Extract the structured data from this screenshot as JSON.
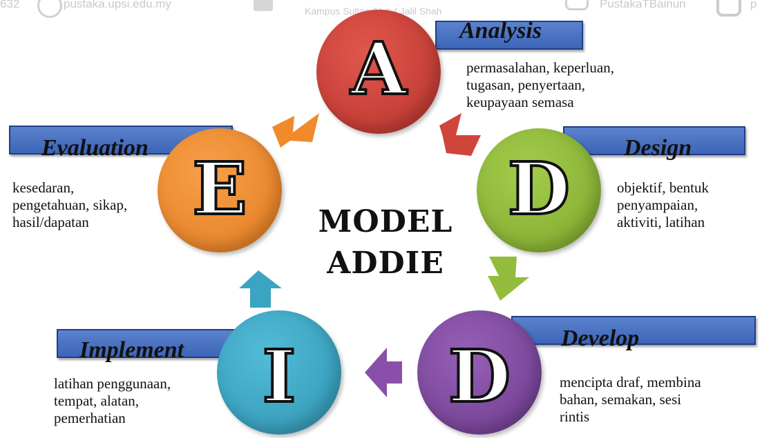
{
  "watermark": {
    "left_text": "632",
    "site_text": "pustaka.upsi.edu.my",
    "campus_text": "Kampus Sultan Abdul Jalil Shah",
    "twitter_text": "PustakaTBainun",
    "right_text": "p"
  },
  "title": {
    "line1": "MODEL",
    "line2": "ADDIE"
  },
  "phases": {
    "analysis": {
      "letter": "A",
      "label": "Analysis",
      "lines": [
        "permasalahan, keperluan,",
        "tugasan, penyertaan,",
        "keupayaan semasa"
      ],
      "color": "#c8403a"
    },
    "design": {
      "letter": "D",
      "label": "Design",
      "lines": [
        "objektif, bentuk",
        "penyampaian,",
        "aktiviti, latihan"
      ],
      "color": "#8fba3a"
    },
    "develop": {
      "letter": "D",
      "label": "Develop",
      "lines": [
        "mencipta draf, membina",
        "bahan, semakan, sesi",
        "rintis"
      ],
      "color": "#7e4a9e"
    },
    "implement": {
      "letter": "I",
      "label": "Implement",
      "lines": [
        "latihan penggunaan,",
        "tempat, alatan,",
        "pemerhatian"
      ],
      "color": "#3aa7c6"
    },
    "evaluation": {
      "letter": "E",
      "label": "Evaluation",
      "lines": [
        "kesedaran,",
        "pengetahuan, sikap,",
        "hasil/dapatan"
      ],
      "color": "#f08a2a"
    }
  }
}
